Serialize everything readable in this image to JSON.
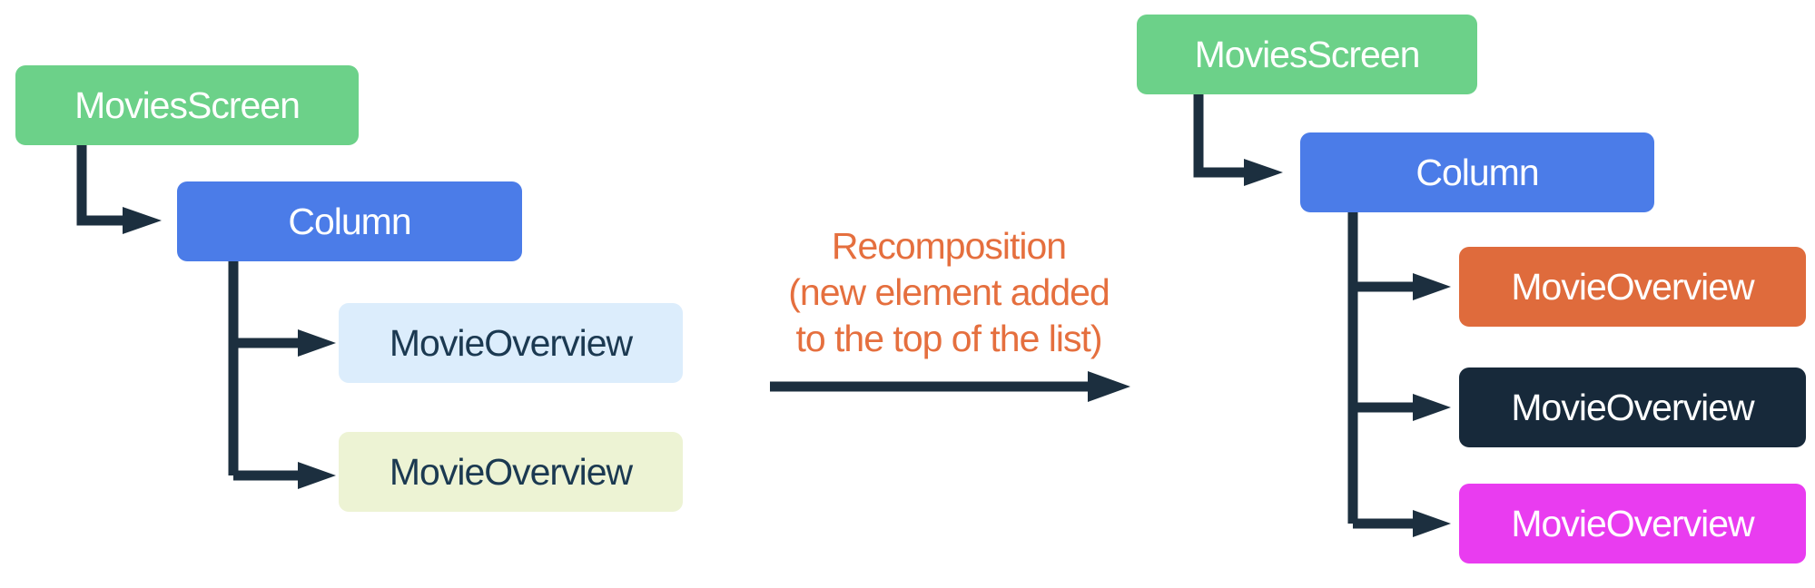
{
  "palette": {
    "background": "#FFFFFF",
    "connector": "#1C2F3F",
    "green": "#6CD189",
    "blue": "#4B7CE8",
    "light_blue": "#DCEDFC",
    "light_yellow": "#EDF3D4",
    "orange": "#DF6B3C",
    "navy": "#17293A",
    "magenta": "#E93CF0",
    "caption_text": "#E56F3E",
    "label_on_light": "#1B3951",
    "label_on_dark": "#FFFFFF"
  },
  "left_tree": {
    "nodes": [
      {
        "id": "movies-screen",
        "label": "MoviesScreen"
      },
      {
        "id": "column",
        "label": "Column"
      },
      {
        "id": "movie-overview-1",
        "label": "MovieOverview"
      },
      {
        "id": "movie-overview-2",
        "label": "MovieOverview"
      }
    ]
  },
  "right_tree": {
    "nodes": [
      {
        "id": "movies-screen",
        "label": "MoviesScreen"
      },
      {
        "id": "column",
        "label": "Column"
      },
      {
        "id": "movie-overview-new",
        "label": "MovieOverview"
      },
      {
        "id": "movie-overview-1",
        "label": "MovieOverview"
      },
      {
        "id": "movie-overview-2",
        "label": "MovieOverview"
      }
    ]
  },
  "caption": {
    "lines": [
      "Recomposition",
      "(new element added",
      "to the top of the list)"
    ]
  }
}
